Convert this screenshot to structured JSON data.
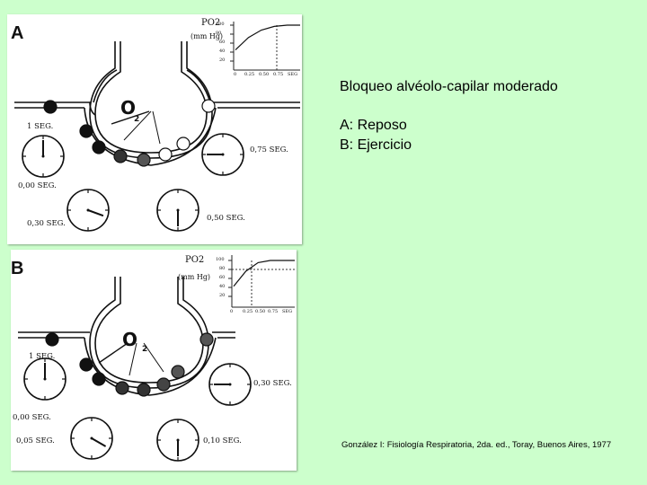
{
  "title": "Bloqueo alvéolo-capilar moderado",
  "legend": {
    "line_a": "A: Reposo",
    "line_b": "B: Ejercicio"
  },
  "citation": "González I: Fisiología Respiratoria, 2da. ed., Toray, Buenos Aires, 1977",
  "panels": {
    "a": {
      "letter": "A",
      "graph": {
        "ylabel": "PO2",
        "units": "(mm Hg)",
        "y_ticks": [
          "100",
          "80",
          "60",
          "40",
          "20"
        ],
        "x_ticks": [
          "0",
          "0.25",
          "0.50",
          "0.75",
          "SEG"
        ],
        "curve_values": [
          40,
          70,
          88,
          97,
          100,
          100
        ]
      },
      "o2_label": "O",
      "o2_sub": "2",
      "timers": [
        {
          "label": "1 SEG.",
          "hand_angle": 0
        },
        {
          "label": "0,75 SEG.",
          "hand_angle": 270
        },
        {
          "label": "0,00 SEG.",
          "hand_angle": null
        },
        {
          "label": "0,30 SEG.",
          "hand_angle": 110
        },
        {
          "label": "0,50 SEG.",
          "hand_angle": 180
        }
      ]
    },
    "b": {
      "letter": "B",
      "graph": {
        "ylabel": "PO2",
        "units": "(mm Hg)",
        "y_ticks": [
          "100",
          "80",
          "60",
          "40",
          "20"
        ],
        "x_ticks": [
          "0",
          "0.25",
          "0.50",
          "0.75",
          "SEG"
        ],
        "curve_values": [
          40,
          75,
          95,
          100,
          100,
          100
        ]
      },
      "o2_label": "O",
      "o2_sub": "2",
      "timers": [
        {
          "label": "1 SEG.",
          "hand_angle": 0
        },
        {
          "label": "0,30 SEG.",
          "hand_angle": 270
        },
        {
          "label": "0,00 SEG.",
          "hand_angle": null
        },
        {
          "label": "0,05 SEG.",
          "hand_angle": 120
        },
        {
          "label": "0,10 SEG.",
          "hand_angle": 180
        }
      ]
    }
  }
}
